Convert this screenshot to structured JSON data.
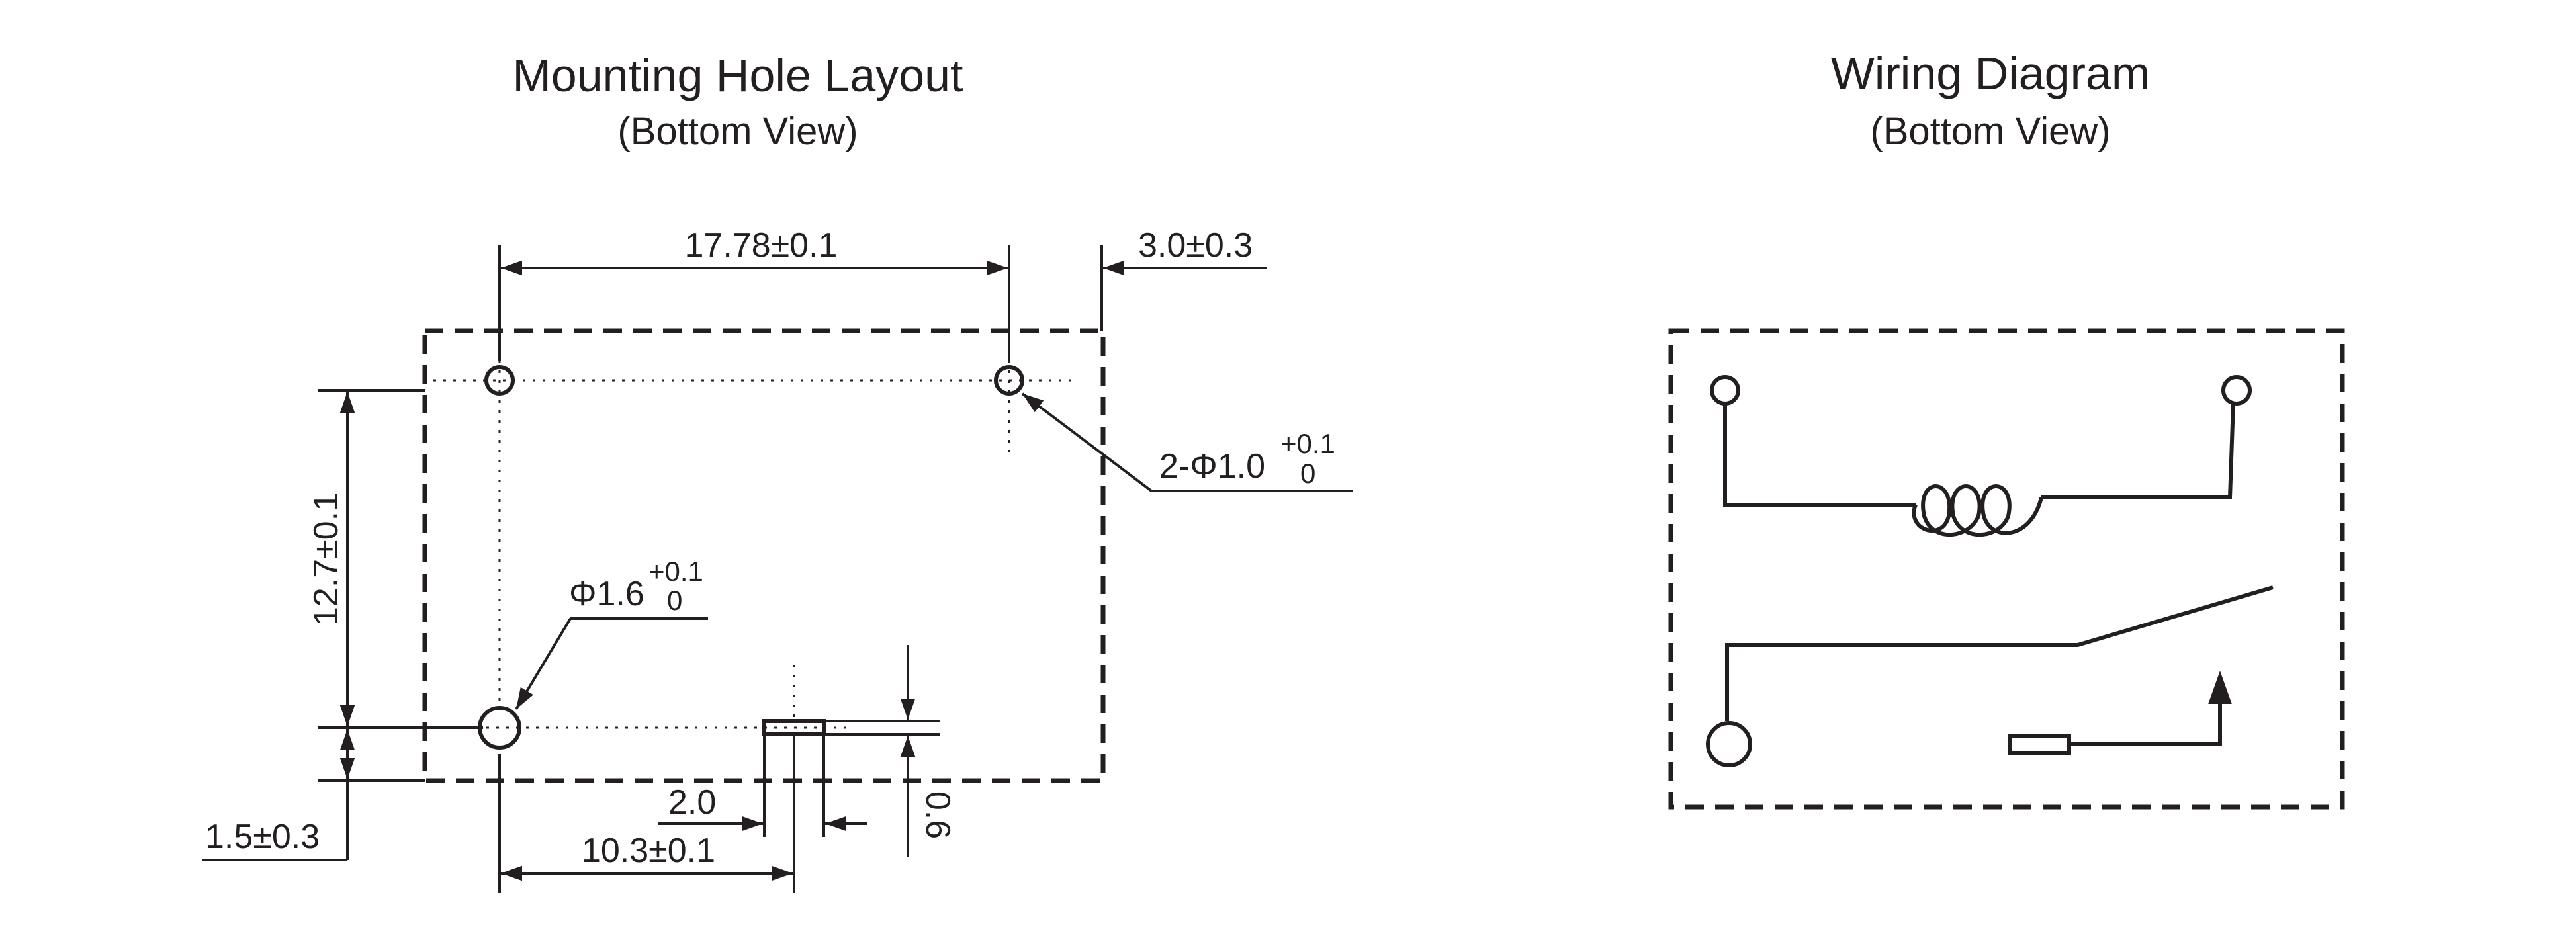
{
  "mounting": {
    "title": "Mounting Hole Layout",
    "subtitle": "(Bottom View)",
    "dim_pitch": "17.78±0.1",
    "dim_edge_right": "3.0±0.3",
    "dim_height": "12.7±0.1",
    "dim_edge_bottom": "1.5±0.3",
    "dim_slot_width": "2.0",
    "dim_slot_offset": "10.3±0.1",
    "dim_slot_thickness": "0.6",
    "hole_large_callout": {
      "label": "Φ1.6",
      "tol_upper": "+0.1",
      "tol_lower": "0"
    },
    "hole_small_callout": {
      "label": "2-Φ1.0",
      "tol_upper": "+0.1",
      "tol_lower": "0"
    }
  },
  "wiring": {
    "title": "Wiring Diagram",
    "subtitle": "(Bottom View)"
  },
  "colors": {
    "line": "#231f20",
    "background": "#ffffff"
  }
}
